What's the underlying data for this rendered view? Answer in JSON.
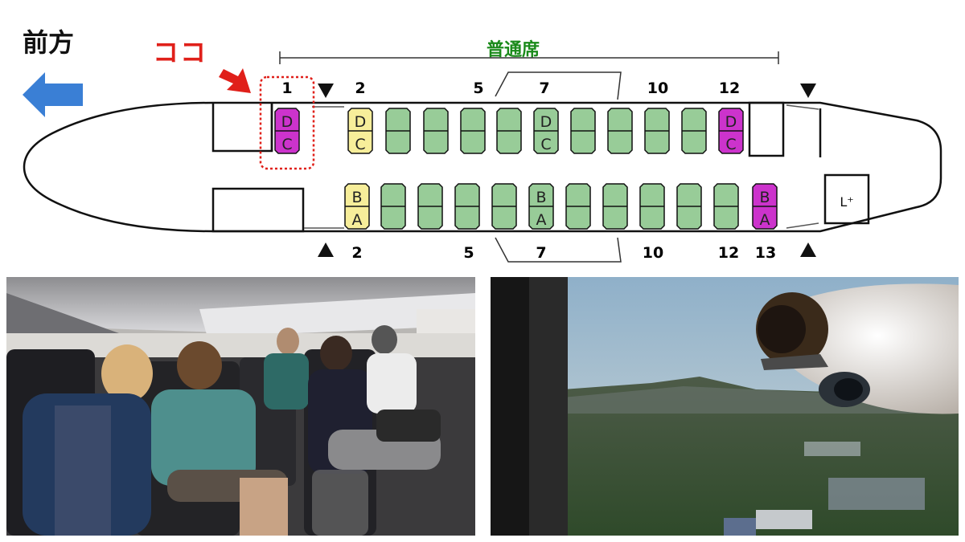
{
  "labels": {
    "forward": "前方",
    "here": "ココ",
    "section": "普通席",
    "lavatory": "L⁺"
  },
  "top_row_numbers": [
    "1",
    "2",
    "5",
    "7",
    "10",
    "12"
  ],
  "bottom_row_numbers": [
    "2",
    "5",
    "7",
    "10",
    "12",
    "13"
  ],
  "seat_letters": {
    "upper": [
      "D",
      "C"
    ],
    "lower": [
      "B",
      "A"
    ]
  },
  "colors": {
    "seat_standard": "#98cc98",
    "seat_front": "#f7ee9a",
    "seat_highlight": "#cc33cc",
    "here_marker": "#e0201a",
    "section_label": "#1a8a1a",
    "arrow_forward": "#3a7fd5"
  },
  "photos": {
    "cabin": "cabin-interior-photo",
    "window": "window-view-photo"
  }
}
